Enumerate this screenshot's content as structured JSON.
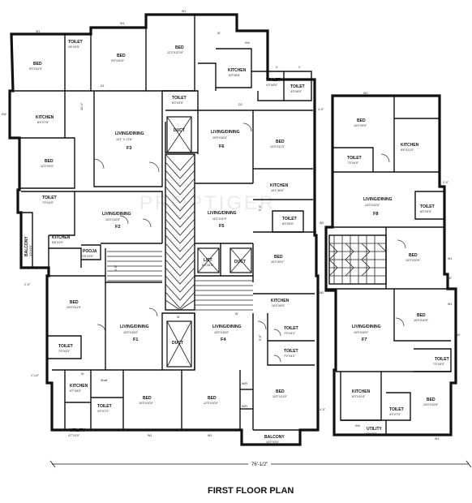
{
  "title": "FIRST FLOOR PLAN",
  "watermark": "PROPTIGER",
  "overall_dimension": "76'-1/2\"",
  "side_dims": {
    "left_a": "2'-0\"",
    "left_b": "1'-1/2\"",
    "right_a": "2'-0\"",
    "right_b": "1'-6\"",
    "right_c": "10'",
    "mid_a": "4'-0\"",
    "mid_b": "4'-0\"",
    "vert_a": "22'-4\"",
    "vert_b": "3'-5\"",
    "vert_c": "5'-0\"",
    "vert_d": "5'-6\""
  },
  "flats": {
    "F1": "F1",
    "F2": "F2",
    "F3": "F3",
    "F4": "F4",
    "F5": "F5",
    "F6": "F6",
    "F7": "F7",
    "F8": "F8"
  },
  "rooms": {
    "bed_tl": {
      "name": "BED",
      "dim": "9'0\"X11'0\""
    },
    "toilet_tl": {
      "name": "TOILET",
      "dim": "4'6\"X5'5\""
    },
    "bed_f3top": {
      "name": "BED",
      "dim": "9'9\"X10'2\""
    },
    "bed_f6top": {
      "name": "BED",
      "dim": "12'3\"X12'10\""
    },
    "kitchen_f6": {
      "name": "KITCHEN",
      "dim": "8'3\"X6'6\""
    },
    "toilet_f6a": {
      "name": "TOILET",
      "dim": "4'3\"X6'0\""
    },
    "toilet_f6b": {
      "name": "TOILET",
      "dim": "4'0\"X6'0\""
    },
    "kitchen_f3": {
      "name": "KITCHEN",
      "dim": "8'4\"X7'6\""
    },
    "living_f3": {
      "name": "LIVING/DINING",
      "dim": "12'1\" X 17'6\""
    },
    "toilet_f3": {
      "name": "TOILET",
      "dim": "5'0\"X3'0\""
    },
    "duct_f3": {
      "name": "DUCT",
      "dim": ""
    },
    "living_f6": {
      "name": "LIVING/DINING",
      "dim": "10'0\"X16'4\""
    },
    "bed_f6r": {
      "name": "BED",
      "dim": "10'3\"X11'3\""
    },
    "bed_f3l": {
      "name": "BED",
      "dim": "12'2\"X9'0\""
    },
    "toilet_f2": {
      "name": "TOILET",
      "dim": "7'0\"X4'0\""
    },
    "living_f2": {
      "name": "LIVING/DINING",
      "dim": "10'0\"X10'0\""
    },
    "kitchen_f2": {
      "name": "KITCHEN",
      "dim": "5'6\"X1'0\""
    },
    "balcony_f2": {
      "name": "BALCONY",
      "dim": "3'0\"X9'0\""
    },
    "pooja": {
      "name": "POOJA",
      "dim": "3'6\"X3'0\""
    },
    "living_f5": {
      "name": "LIVING/DINING",
      "dim": "11'0\"X11'9\""
    },
    "kitchen_f5": {
      "name": "KITCHEN",
      "dim": "10'1\"X6'0\""
    },
    "toilet_f5": {
      "name": "TOILET",
      "dim": "6'0\"X5'0\""
    },
    "bed_f5": {
      "name": "BED",
      "dim": "10'2\"X9'2\""
    },
    "lift": {
      "name": "LIFT",
      "dim": "5'0\"X6'6\""
    },
    "duct_mid": {
      "name": "DUCT",
      "dim": ""
    },
    "bed_f8t": {
      "name": "BED",
      "dim": "10'0\"X9'0\""
    },
    "kitchen_f8": {
      "name": "KITCHEN",
      "dim": "6'6\"X11'0\""
    },
    "toilet_f8a": {
      "name": "TOILET",
      "dim": "7'0\"X4'0\""
    },
    "living_f8": {
      "name": "LIVING/DINING",
      "dim": "14'3\"X10'0\""
    },
    "toilet_f8b": {
      "name": "TOILET",
      "dim": "8'0\"X4'0\""
    },
    "bed_f8r": {
      "name": "BED",
      "dim": "10'0\"X10'0\""
    },
    "bed_f1": {
      "name": "BED",
      "dim": "10'0\"X11'9\""
    },
    "living_f1": {
      "name": "LIVING/DINING",
      "dim": "10'0\"X15'0\""
    },
    "toilet_f1": {
      "name": "TOILET",
      "dim": "7'0\"X4'0\""
    },
    "kitchen_f1": {
      "name": "KITCHEN",
      "dim": "6'7\"X8'0\""
    },
    "toilet_f1b": {
      "name": "TOILET",
      "dim": "4'0\"X7'2\""
    },
    "shaft": {
      "name": "Shaft",
      "dim": ""
    },
    "utility_f1": {
      "name": "UTILITY",
      "dim": "4'7\"X1'0\""
    },
    "bed_f1b": {
      "name": "BED",
      "dim": "10'0\"X10'0\""
    },
    "bed_f4b": {
      "name": "BED",
      "dim": "12'0\"X10'0\""
    },
    "duct_f4": {
      "name": "DUCT",
      "dim": ""
    },
    "living_f4": {
      "name": "LIVING/DINING",
      "dim": "10'0\"X15'0\""
    },
    "kitchen_f4": {
      "name": "KITCHEN",
      "dim": "10'0\"X6'0\""
    },
    "toilet_f4a": {
      "name": "TOILET",
      "dim": "7'0\"X4'2\""
    },
    "toilet_f4b": {
      "name": "TOILET",
      "dim": "7'0\"X4'2\""
    },
    "bed_f4r": {
      "name": "BED",
      "dim": "10'2\"X11'0\""
    },
    "balcony_f4": {
      "name": "BALCONY",
      "dim": "10'0\"X3'0\""
    },
    "living_f7": {
      "name": "LIVING/DINING",
      "dim": "10'0\"X15'0\""
    },
    "bed_f7r": {
      "name": "BED",
      "dim": "10'0\"X10'0\""
    },
    "toilet_f7": {
      "name": "TOILET",
      "dim": "7'0\"X4'0\""
    },
    "kitchen_f7": {
      "name": "KITCHEN",
      "dim": "8'3\"X10'4\""
    },
    "toilet_f7b": {
      "name": "TOILET",
      "dim": "4'0\"X7'0\""
    },
    "bed_f7b": {
      "name": "BED",
      "dim": "10'0\"X10'0\""
    },
    "utility_f7": {
      "name": "UTILITY",
      "dim": "4'0\"X3'0\""
    }
  },
  "marks": {
    "w1": "W1",
    "w2": "W2",
    "kw": "KW",
    "d1": "D1",
    "d2": "D2",
    "v": "V",
    "wr": "W/R",
    "w": "W"
  }
}
